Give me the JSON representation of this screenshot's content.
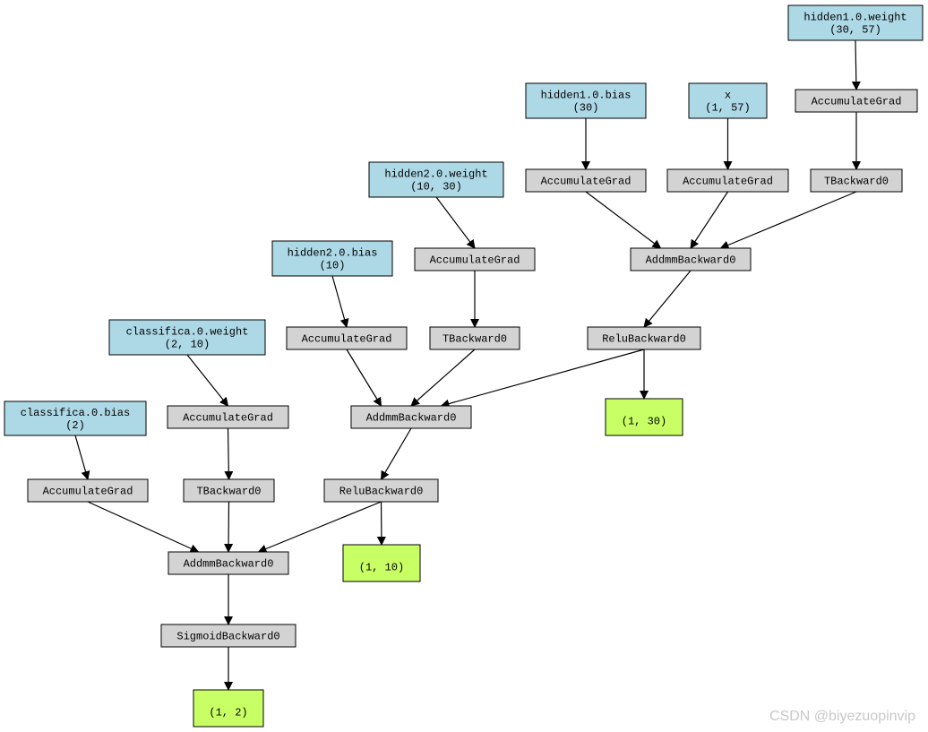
{
  "colors": {
    "param": "#add8e6",
    "op": "#d3d3d3",
    "output": "#c8ff64",
    "border": "#000000"
  },
  "nodes": [
    {
      "id": "hidden1_weight",
      "kind": "param",
      "lines": [
        "hidden1.0.weight",
        "(30, 57)"
      ]
    },
    {
      "id": "hidden1_bias",
      "kind": "param",
      "lines": [
        "hidden1.0.bias",
        "(30)"
      ]
    },
    {
      "id": "x",
      "kind": "param",
      "lines": [
        "x",
        "(1, 57)"
      ]
    },
    {
      "id": "acc_h1w",
      "kind": "op",
      "lines": [
        "AccumulateGrad"
      ]
    },
    {
      "id": "acc_h1b",
      "kind": "op",
      "lines": [
        "AccumulateGrad"
      ]
    },
    {
      "id": "acc_x",
      "kind": "op",
      "lines": [
        "AccumulateGrad"
      ]
    },
    {
      "id": "t_h1",
      "kind": "op",
      "lines": [
        "TBackward0"
      ]
    },
    {
      "id": "hidden2_weight",
      "kind": "param",
      "lines": [
        "hidden2.0.weight",
        "(10, 30)"
      ]
    },
    {
      "id": "hidden2_bias",
      "kind": "param",
      "lines": [
        "hidden2.0.bias",
        "(10)"
      ]
    },
    {
      "id": "acc_h2w",
      "kind": "op",
      "lines": [
        "AccumulateGrad"
      ]
    },
    {
      "id": "addmm_h1",
      "kind": "op",
      "lines": [
        "AddmmBackward0"
      ]
    },
    {
      "id": "acc_h2b",
      "kind": "op",
      "lines": [
        "AccumulateGrad"
      ]
    },
    {
      "id": "t_h2",
      "kind": "op",
      "lines": [
        "TBackward0"
      ]
    },
    {
      "id": "relu_h1",
      "kind": "op",
      "lines": [
        "ReluBackward0"
      ]
    },
    {
      "id": "cls_weight",
      "kind": "param",
      "lines": [
        "classifica.0.weight",
        "(2, 10)"
      ]
    },
    {
      "id": "cls_bias",
      "kind": "param",
      "lines": [
        "classifica.0.bias",
        "(2)"
      ]
    },
    {
      "id": "acc_cw",
      "kind": "op",
      "lines": [
        "AccumulateGrad"
      ]
    },
    {
      "id": "addmm_h2",
      "kind": "op",
      "lines": [
        "AddmmBackward0"
      ]
    },
    {
      "id": "out_h1",
      "kind": "output",
      "lines": [
        "(1, 30)"
      ]
    },
    {
      "id": "acc_cb",
      "kind": "op",
      "lines": [
        "AccumulateGrad"
      ]
    },
    {
      "id": "t_c",
      "kind": "op",
      "lines": [
        "TBackward0"
      ]
    },
    {
      "id": "relu_h2",
      "kind": "op",
      "lines": [
        "ReluBackward0"
      ]
    },
    {
      "id": "addmm_c",
      "kind": "op",
      "lines": [
        "AddmmBackward0"
      ]
    },
    {
      "id": "out_h2",
      "kind": "output",
      "lines": [
        "(1, 10)"
      ]
    },
    {
      "id": "sigmoid",
      "kind": "op",
      "lines": [
        "SigmoidBackward0"
      ]
    },
    {
      "id": "out_final",
      "kind": "output",
      "lines": [
        "(1, 2)"
      ]
    }
  ],
  "edges": [
    [
      "hidden1_weight",
      "acc_h1w"
    ],
    [
      "acc_h1w",
      "t_h1"
    ],
    [
      "hidden1_bias",
      "acc_h1b"
    ],
    [
      "x",
      "acc_x"
    ],
    [
      "acc_h1b",
      "addmm_h1"
    ],
    [
      "acc_x",
      "addmm_h1"
    ],
    [
      "t_h1",
      "addmm_h1"
    ],
    [
      "addmm_h1",
      "relu_h1"
    ],
    [
      "relu_h1",
      "out_h1"
    ],
    [
      "hidden2_weight",
      "acc_h2w"
    ],
    [
      "acc_h2w",
      "t_h2"
    ],
    [
      "hidden2_bias",
      "acc_h2b"
    ],
    [
      "acc_h2b",
      "addmm_h2"
    ],
    [
      "t_h2",
      "addmm_h2"
    ],
    [
      "relu_h1",
      "addmm_h2"
    ],
    [
      "addmm_h2",
      "relu_h2"
    ],
    [
      "relu_h2",
      "out_h2"
    ],
    [
      "cls_weight",
      "acc_cw"
    ],
    [
      "acc_cw",
      "t_c"
    ],
    [
      "cls_bias",
      "acc_cb"
    ],
    [
      "acc_cb",
      "addmm_c"
    ],
    [
      "t_c",
      "addmm_c"
    ],
    [
      "relu_h2",
      "addmm_c"
    ],
    [
      "addmm_c",
      "sigmoid"
    ],
    [
      "sigmoid",
      "out_final"
    ]
  ],
  "watermark": "CSDN @biyezuopinvip"
}
